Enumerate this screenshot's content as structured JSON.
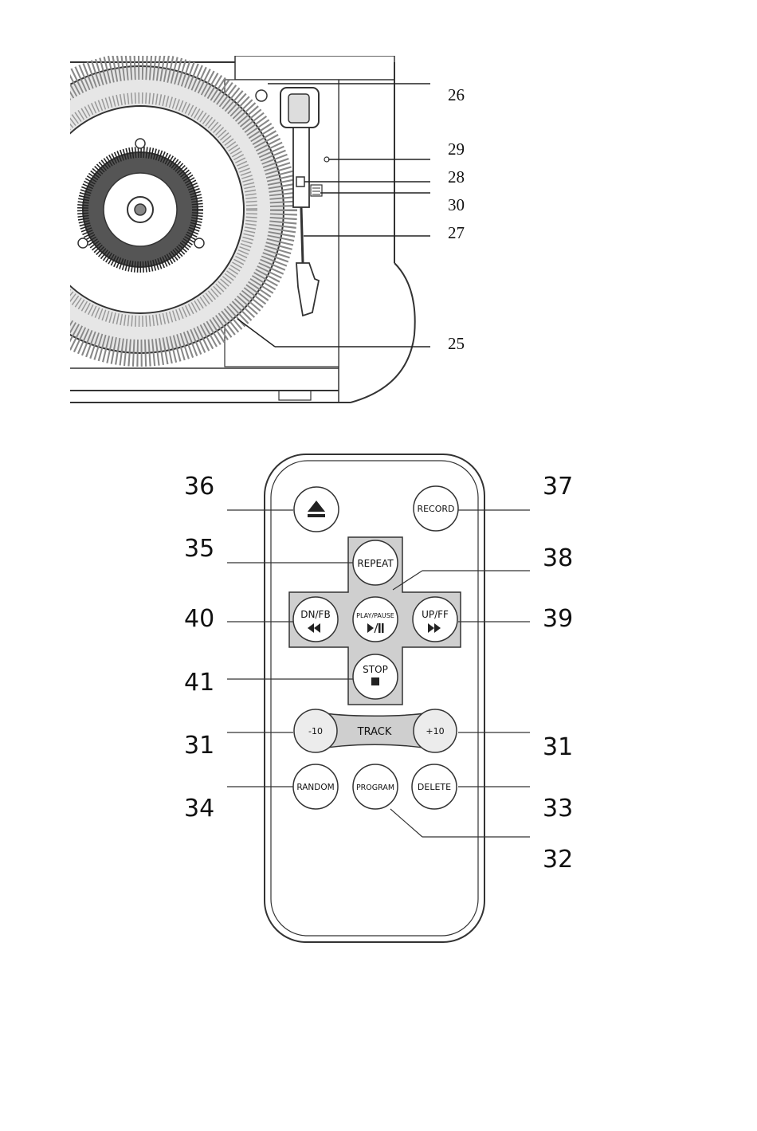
{
  "turntable": {
    "callouts": [
      "26",
      "29",
      "28",
      "30",
      "27",
      "25"
    ]
  },
  "remote": {
    "callouts": {
      "left": [
        "36",
        "35",
        "40",
        "41",
        "31",
        "34"
      ],
      "right": [
        "37",
        "38",
        "39",
        "31",
        "33",
        "32"
      ]
    },
    "buttons": {
      "eject": {
        "icon": "eject-icon"
      },
      "record": "RECORD",
      "repeat": "REPEAT",
      "dn_fb": "DN/FB",
      "play_pause": "PLAY/PAUSE",
      "up_ff": "UP/FF",
      "stop": "STOP",
      "minus10": "-10",
      "track": "TRACK",
      "plus10": "+10",
      "random": "RANDOM",
      "program": "PROGRAM",
      "delete": "DELETE"
    },
    "colors": {
      "pad": "#cfcfcf",
      "button": "#ffffff",
      "outline": "#333333"
    }
  }
}
